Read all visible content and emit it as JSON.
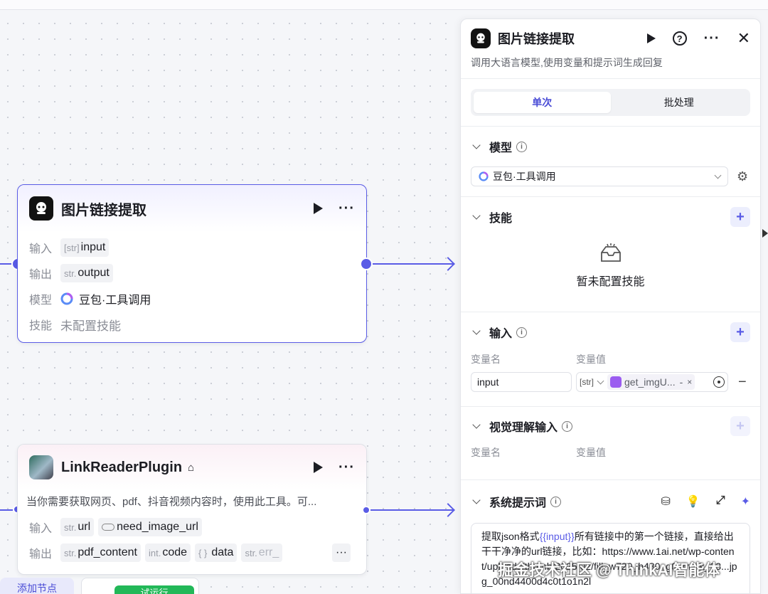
{
  "node1": {
    "title": "图片链接提取",
    "rows": {
      "input_label": "输入",
      "input_type": "[str]",
      "input_value": "input",
      "output_label": "输出",
      "output_type": "str.",
      "output_value": "output",
      "model_label": "模型",
      "model_value": "豆包·工具调用",
      "skill_label": "技能",
      "skill_value": "未配置技能"
    }
  },
  "node2": {
    "title": "LinkReaderPlugin",
    "description": "当你需要获取网页、pdf、抖音视频内容时，使用此工具。可...",
    "input_label": "输入",
    "inputs": [
      {
        "type": "str.",
        "name": "url"
      },
      {
        "type": "",
        "name": "need_image_url"
      }
    ],
    "output_label": "输出",
    "outputs": [
      {
        "type": "str.",
        "name": "pdf_content"
      },
      {
        "type": "int.",
        "name": "code"
      },
      {
        "type": "{ }",
        "name": "data"
      },
      {
        "type": "str.",
        "name": "err_"
      }
    ]
  },
  "panel": {
    "title": "图片链接提取",
    "description": "调用大语言模型,使用变量和提示词生成回复",
    "tabs": [
      "单次",
      "批处理"
    ],
    "model": {
      "label": "模型",
      "selected": "豆包·工具调用"
    },
    "skills": {
      "label": "技能",
      "empty": "暂未配置技能"
    },
    "inputs": {
      "label": "输入",
      "col_name": "变量名",
      "col_value": "变量值",
      "var_name": "input",
      "var_type": "[str]",
      "ref_value": "get_imgU...",
      "ref_suffix": "-"
    },
    "vision": {
      "label": "视觉理解输入",
      "col_name": "变量名",
      "col_value": "变量值"
    },
    "system_prompt": {
      "label": "系统提示词",
      "text_before": "提取json格式",
      "variable": "{{input}}",
      "text_after": "所有链接中的第一个链接，直接给出干干净净的url链接，比如：https://www.1ai.net/wp-content/uploads/thumb/2025/02/fill_w720_h480_g0_mark_93...jpg_00nd4400d4c0t1o1n2l"
    }
  },
  "bottom": {
    "add_node": "添加节点",
    "run": "试运行"
  },
  "watermark": "掘金技术社区 @ ThinkAI智能体",
  "colors": {
    "accent": "#5a5ce6",
    "run_green": "#22b858"
  }
}
